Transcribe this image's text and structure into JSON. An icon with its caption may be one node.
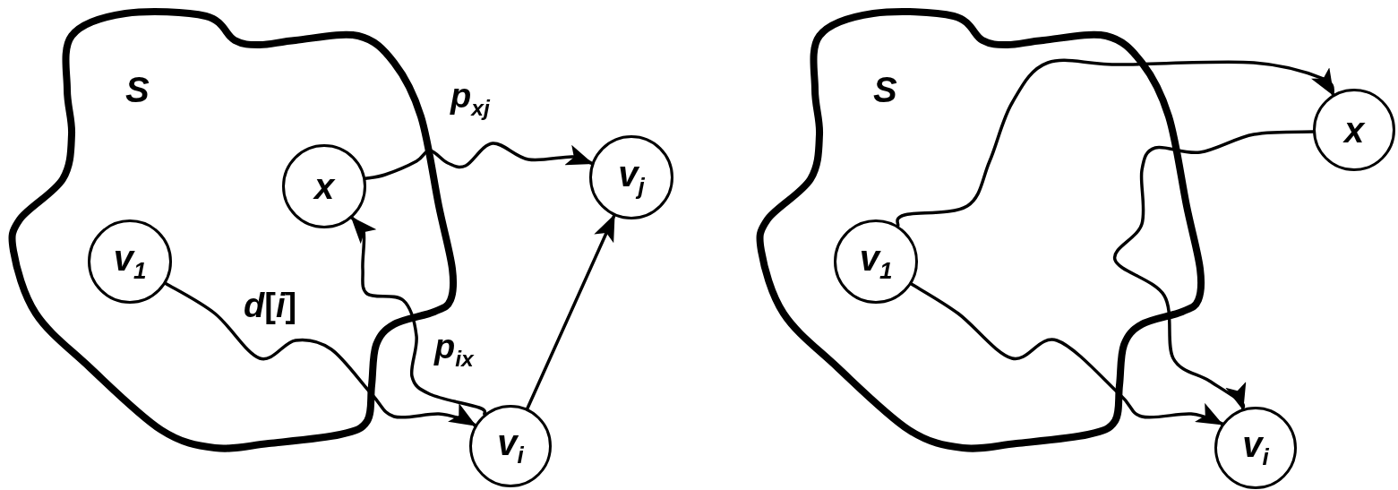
{
  "diagram": {
    "nodes": [
      {
        "text": [
          "S"
        ]
      },
      {
        "text": [
          "v$_{1}$"
        ],
        "in": 0
      },
      {
        "text": [
          "x"
        ],
        "in": 0
      },
      {
        "text": [
          "v$_{j}$"
        ]
      },
      {
        "text": [
          "v$_{i}$"
        ]
      },
      {
        "text": [
          "S"
        ]
      },
      {
        "text": [
          "v$_{1}$"
        ],
        "in": 5
      },
      {
        "text": [
          "x"
        ]
      },
      {
        "text": [
          "v$_{i}$"
        ]
      }
    ],
    "edges": [
      {
        "from": 1,
        "to": 4,
        "arrow": "to",
        "label": "*d*[*i*]"
      },
      {
        "from": 2,
        "to": 3,
        "arrow": "to",
        "label": "p$_{xj}$"
      },
      {
        "from": 4,
        "to": 2,
        "arrow": "to",
        "label": "p$_{ix}$"
      },
      {
        "from": 4,
        "to": 3,
        "arrow": "to"
      },
      {
        "from": 6,
        "to": 7,
        "arrow": "to"
      },
      {
        "from": 6,
        "to": 8,
        "arrow": "to"
      },
      {
        "from": 7,
        "to": 8,
        "arrow": "to"
      }
    ]
  }
}
